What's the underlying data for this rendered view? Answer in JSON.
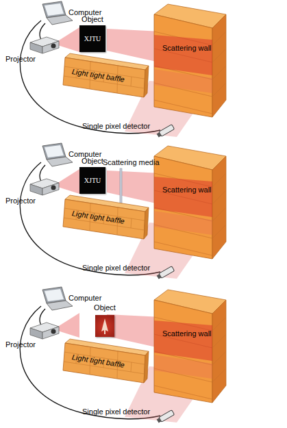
{
  "diagram": {
    "nodes": [
      {
        "text": [
          "Object",
          "XJTU"
        ]
      },
      {
        "text": [
          "Light tight baffle"
        ]
      },
      {
        "text": [
          "Scattering wall"
        ]
      },
      {
        "text": [
          "Object",
          "XJTU"
        ]
      },
      {
        "text": [
          "Light tight baffle"
        ]
      },
      {
        "text": [
          "Scattering wall"
        ]
      },
      {
        "text": [
          "Object"
        ]
      },
      {
        "text": [
          "Light tight baffle"
        ]
      },
      {
        "text": [
          "Scattering wall"
        ]
      }
    ],
    "labels": [
      "Computer",
      "Projector",
      "Single pixel detector",
      "Computer",
      "Scattering media",
      "Projector",
      "Single pixel detector",
      "Computer",
      "Projector",
      "Single pixel detector"
    ]
  }
}
